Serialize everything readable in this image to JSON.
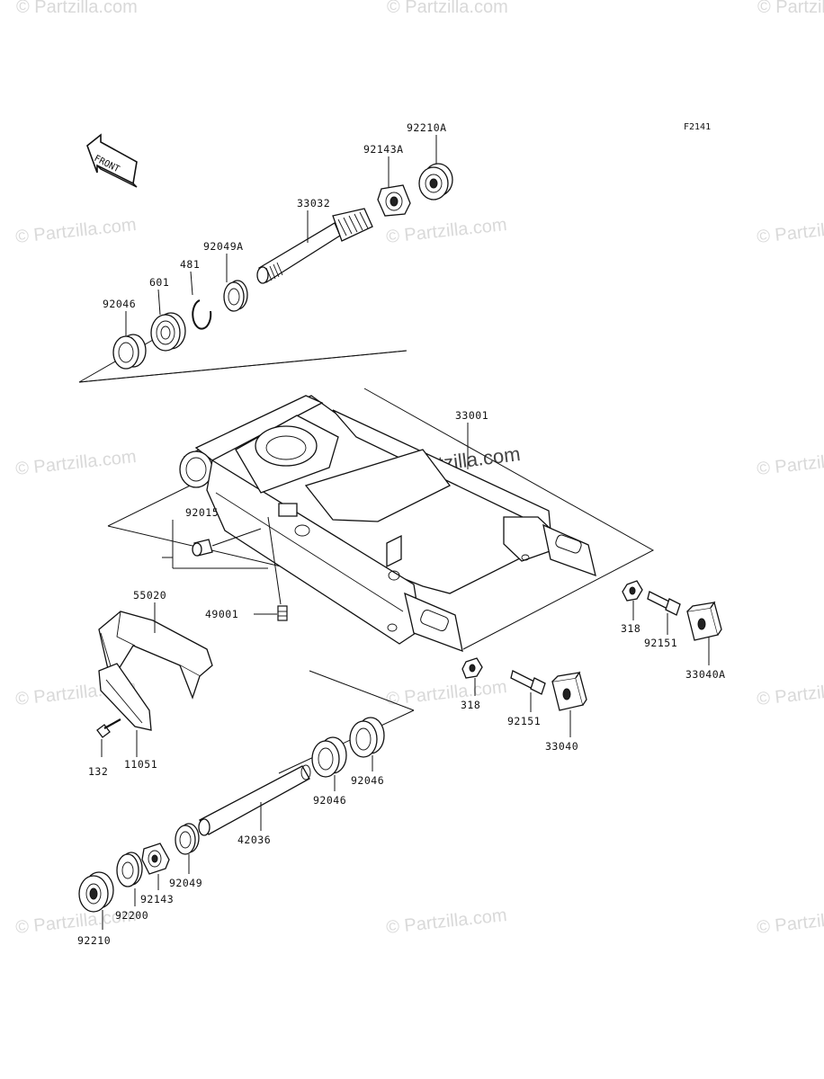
{
  "figure_id": "F2141",
  "front_label": "FRONT",
  "watermark": "© Partzilla.com",
  "parts": {
    "p92210A": "92210A",
    "p92143A": "92143A",
    "p33032": "33032",
    "p92049A": "92049A",
    "p481": "481",
    "p601": "601",
    "p92046_top": "92046",
    "p33001": "33001",
    "p92015": "92015",
    "p49001": "49001",
    "p55020": "55020",
    "p318_a": "318",
    "p92151_a": "92151",
    "p33040A": "33040A",
    "p318_b": "318",
    "p92151_b": "92151",
    "p33040": "33040",
    "p132": "132",
    "p11051": "11051",
    "p92046_mid": "92046",
    "p92046_low": "92046",
    "p42036": "42036",
    "p92049": "92049",
    "p92143": "92143",
    "p92200": "92200",
    "p92210": "92210"
  }
}
